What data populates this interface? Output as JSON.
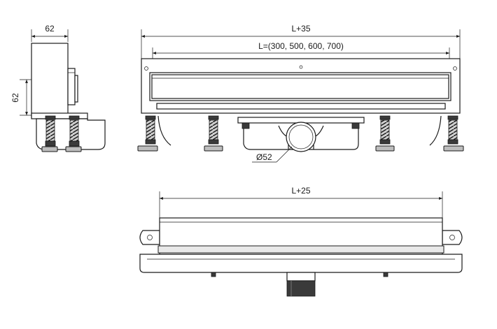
{
  "dimensions": {
    "side_width": "62",
    "side_height": "62",
    "overall_length": "L+35",
    "inner_length": "L=(300, 500, 600, 700)",
    "outlet_diameter": "Ø52",
    "top_length": "L+25"
  },
  "colors": {
    "line": "#1a1a1a",
    "light_fill": "#e9e9e9",
    "mid_fill": "#bdbdbd",
    "dark_fill": "#3a3a3a"
  }
}
